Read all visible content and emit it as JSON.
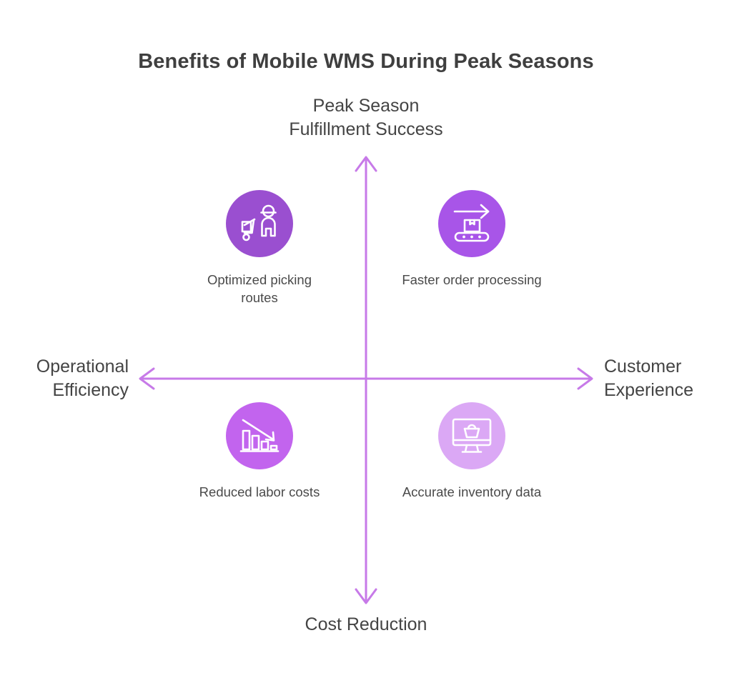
{
  "title": "Benefits of Mobile WMS During Peak Seasons",
  "axes": {
    "top_label": "Peak Season\nFulfillment Success",
    "bottom_label": "Cost Reduction",
    "left_label": "Operational\nEfficiency",
    "right_label": "Customer\nExperience",
    "line_color": "#c77ae8",
    "arrow_color": "#c77ae8"
  },
  "quadrants": [
    {
      "id": "top-left",
      "caption": "Optimized picking\nroutes",
      "icon": "warehouse-worker-cart-icon",
      "circle_color": "#9a4fd0"
    },
    {
      "id": "top-right",
      "caption": "Faster order processing",
      "icon": "conveyor-belt-box-arrow-icon",
      "circle_color": "#a855e8"
    },
    {
      "id": "bottom-left",
      "caption": "Reduced labor costs",
      "icon": "declining-bar-chart-icon",
      "circle_color": "#c264ee"
    },
    {
      "id": "bottom-right",
      "caption": "Accurate inventory data",
      "icon": "monitor-basket-icon",
      "circle_color": "#dba8f5"
    }
  ],
  "chart_data": {
    "type": "scatter",
    "title": "Benefits of Mobile WMS During Peak Seasons",
    "xlabel": "Operational Efficiency ↔ Customer Experience",
    "ylabel": "Cost Reduction ↔ Peak Season Fulfillment Success",
    "axis_labels": {
      "x_negative": "Operational Efficiency",
      "x_positive": "Customer Experience",
      "y_positive": "Peak Season Fulfillment Success",
      "y_negative": "Cost Reduction"
    },
    "grid": false,
    "legend": "none",
    "xlim": [
      -1,
      1
    ],
    "ylim": [
      -1,
      1
    ],
    "points": [
      {
        "label": "Optimized picking routes",
        "x": -0.45,
        "y": 0.55,
        "quadrant": "top-left"
      },
      {
        "label": "Faster order processing",
        "x": 0.45,
        "y": 0.55,
        "quadrant": "top-right"
      },
      {
        "label": "Reduced labor costs",
        "x": -0.45,
        "y": -0.45,
        "quadrant": "bottom-left"
      },
      {
        "label": "Accurate inventory data",
        "x": 0.45,
        "y": -0.45,
        "quadrant": "bottom-right"
      }
    ]
  }
}
